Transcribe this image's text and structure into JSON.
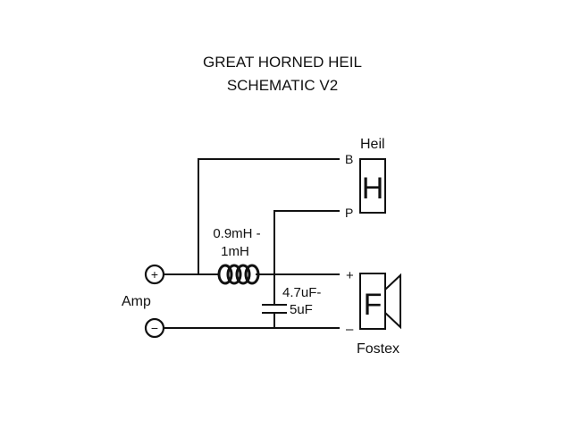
{
  "title": {
    "line1": "GREAT HORNED HEIL",
    "line2": "SCHEMATIC V2"
  },
  "amp": {
    "label": "Amp",
    "plus_symbol": "+",
    "minus_symbol": "−"
  },
  "inductor": {
    "label_line1": "0.9mH -",
    "label_line2": "1mH"
  },
  "capacitor": {
    "label_line1": "4.7uF-",
    "label_line2": "5uF"
  },
  "heil": {
    "name": "Heil",
    "letter": "H",
    "terminal_b": "B",
    "terminal_p": "P"
  },
  "fostex": {
    "name": "Fostex",
    "letter": "F",
    "terminal_plus": "+",
    "terminal_minus": "–"
  },
  "colors": {
    "line": "#111111",
    "background": "#ffffff"
  }
}
